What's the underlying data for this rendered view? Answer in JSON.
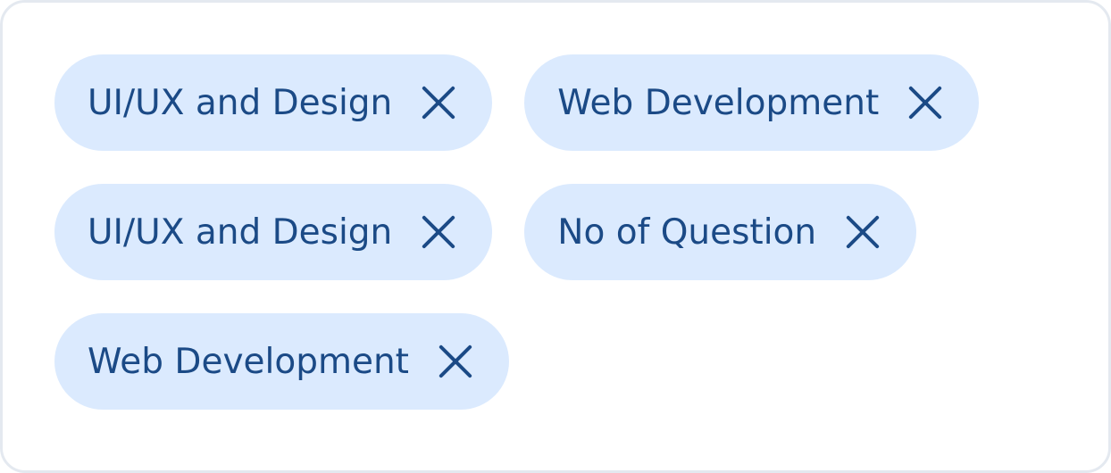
{
  "chips": [
    {
      "label": "UI/UX and Design",
      "remove_icon": "close-icon"
    },
    {
      "label": "Web Development",
      "remove_icon": "close-icon"
    },
    {
      "label": "UI/UX and Design",
      "remove_icon": "close-icon"
    },
    {
      "label": "No of Question",
      "remove_icon": "close-icon"
    },
    {
      "label": "Web Development",
      "remove_icon": "close-icon"
    }
  ],
  "colors": {
    "chip_background": "#dbeafe",
    "chip_text": "#1b4a86",
    "panel_border": "#e4e9f0",
    "panel_background": "#ffffff"
  }
}
